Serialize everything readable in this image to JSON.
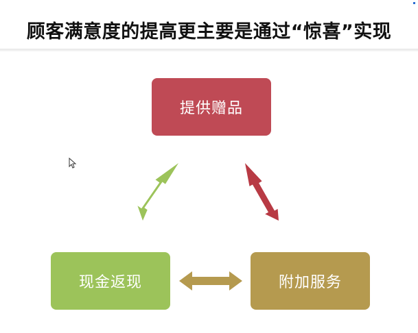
{
  "slide": {
    "title": "顾客满意度的提高更主要是通过“惊喜”实现"
  },
  "diagram": {
    "nodes": {
      "gift": {
        "label": "提供赠品",
        "color": "#bf4a55"
      },
      "cash": {
        "label": "现金返现",
        "color": "#9cc35a"
      },
      "service": {
        "label": "附加服务",
        "color": "#b59a4f"
      }
    },
    "arrows": {
      "gift_cash": {
        "color": "#9cc35a",
        "direction": "bidirectional"
      },
      "gift_service": {
        "color": "#b83a44",
        "direction": "bidirectional"
      },
      "cash_service": {
        "color": "#b59a4f",
        "direction": "bidirectional"
      }
    }
  }
}
